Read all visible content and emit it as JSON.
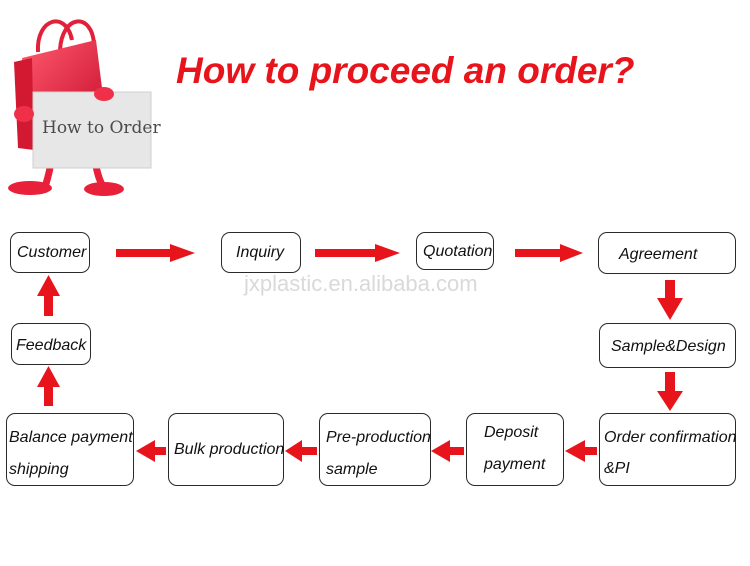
{
  "title": "How to proceed an order?",
  "watermark": "jxplastic.en.alibaba.com",
  "illustration": {
    "sign_text": "How to Order",
    "bag_color": "#e8203a"
  },
  "arrow_color": "#e8141c",
  "steps": {
    "customer": "Customer",
    "inquiry": "Inquiry",
    "quotation": "Quotation",
    "agreement": "Agreement",
    "sample_design": "Sample&Design",
    "order_confirmation": {
      "line1": "Order confirmation",
      "line2": "&PI"
    },
    "deposit_payment": {
      "line1": "Deposit",
      "line2": "payment"
    },
    "pre_production_sample": {
      "line1": "Pre-production",
      "line2": "sample"
    },
    "bulk_production": "Bulk production",
    "balance_payment_shipping": {
      "line1": "Balance payment",
      "line2": "shipping"
    },
    "feedback": "Feedback"
  }
}
